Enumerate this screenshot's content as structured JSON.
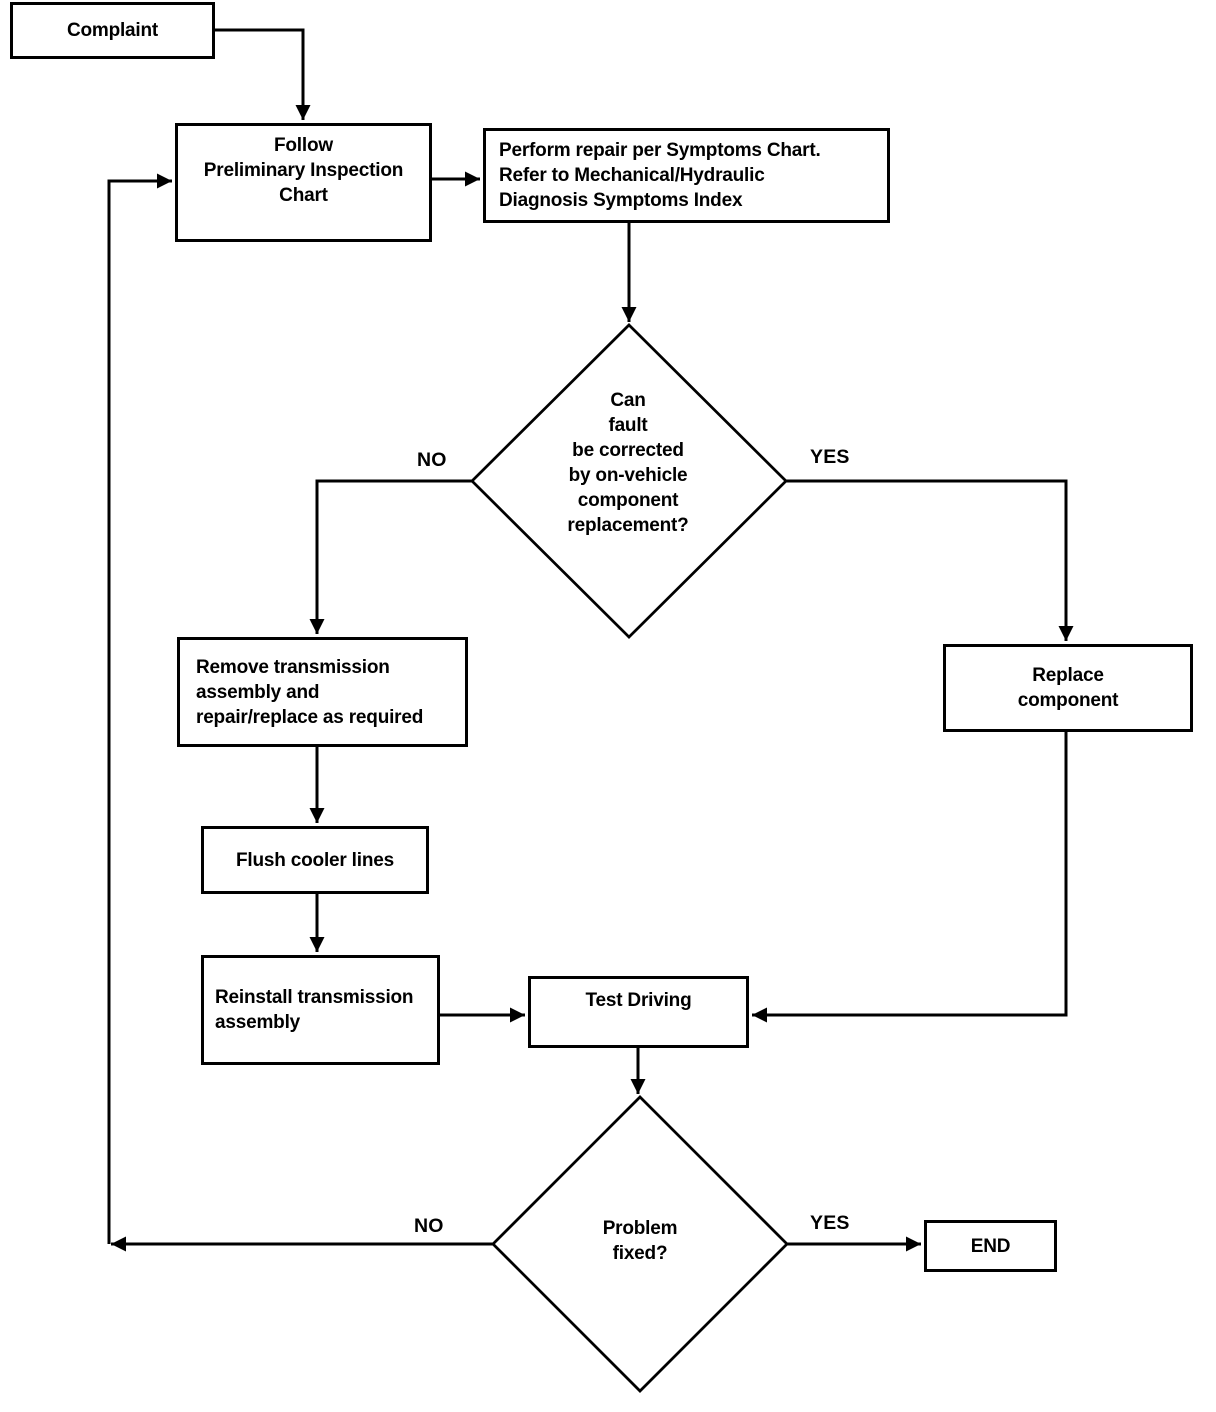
{
  "diagram": {
    "nodes": {
      "complaint": {
        "label": "Complaint"
      },
      "follow": {
        "label": "Follow\nPreliminary Inspection\nChart"
      },
      "perform": {
        "label": "Perform repair per Symptoms Chart.\nRefer to Mechanical/Hydraulic\nDiagnosis Symptoms Index"
      },
      "decision_fault": {
        "label": "Can\nfault\nbe corrected\nby on-vehicle\ncomponent\nreplacement?"
      },
      "remove": {
        "label": "Remove transmission\nassembly and\nrepair/replace as required"
      },
      "replace": {
        "label": "Replace\ncomponent"
      },
      "flush": {
        "label": "Flush cooler lines"
      },
      "reinstall": {
        "label": "Reinstall transmission\nassembly"
      },
      "test_driving": {
        "label": "Test Driving"
      },
      "decision_fixed": {
        "label": "Problem\nfixed?"
      },
      "end": {
        "label": "END"
      }
    },
    "edge_labels": {
      "fault_no": "NO",
      "fault_yes": "YES",
      "fixed_no": "NO",
      "fixed_yes": "YES"
    },
    "colors": {
      "line": "#000000",
      "text": "#000000",
      "background": "#ffffff"
    }
  }
}
